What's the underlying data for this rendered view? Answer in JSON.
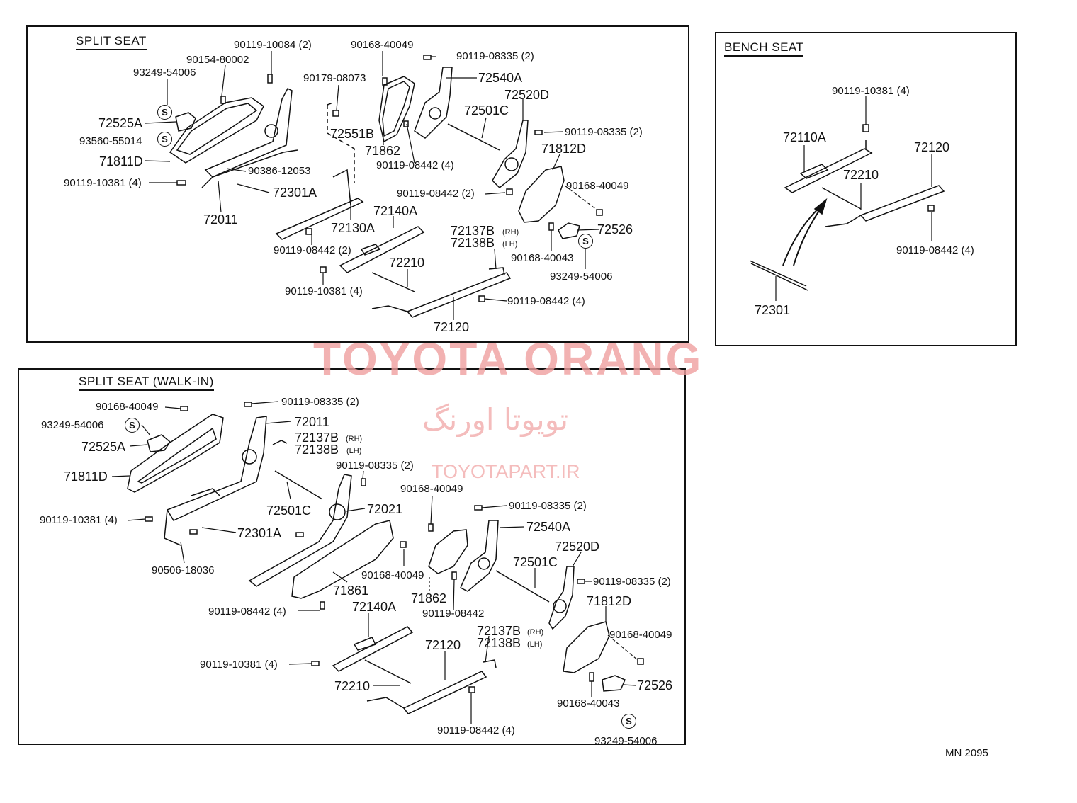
{
  "panels": [
    {
      "id": "split-seat",
      "title": "SPLIT SEAT"
    },
    {
      "id": "bench-seat",
      "title": "BENCH SEAT"
    },
    {
      "id": "split-seat-walk-in",
      "title": "SPLIT SEAT (WALK-IN)"
    }
  ],
  "watermark": {
    "brand": "TOYOTA ORANG",
    "persian": "تویوتا اورنگ",
    "site": "TOYOTAPART.IR"
  },
  "diagram_code": "MN 2095",
  "symbol_s": "S",
  "labels_split": [
    "90119-10084 (2)",
    "90154-80002",
    "93249-54006",
    "72525A",
    "93560-55014",
    "71811D",
    "90119-10381 (4)",
    "72011",
    "90386-12053",
    "72301A",
    "90168-40049",
    "90179-08073",
    "72551B",
    "71862",
    "90119-08442 (4)",
    "90119-08335 (2)",
    "72540A",
    "72520D",
    "72501C",
    "90119-08335 (2)",
    "71812D",
    "90119-08442 (2)",
    "90168-40049",
    "72130A",
    "90119-08442 (2)",
    "72140A",
    "72137B",
    "(RH)",
    "72138B",
    "(LH)",
    "72526",
    "90168-40043",
    "93249-54006",
    "72210",
    "90119-10381 (4)",
    "90119-08442 (4)",
    "72120"
  ],
  "labels_bench": [
    "90119-10381 (4)",
    "72110A",
    "72120",
    "72210",
    "90119-08442 (4)",
    "72301"
  ],
  "labels_walk": [
    "90119-08335 (2)",
    "90168-40049",
    "72011",
    "93249-54006",
    "72137B",
    "(RH)",
    "72138B",
    "(LH)",
    "72525A",
    "71811D",
    "90119-08335 (2)",
    "90168-40049",
    "90119-08335 (2)",
    "72501C",
    "72021",
    "90119-10381 (4)",
    "72301A",
    "72540A",
    "72520D",
    "90506-18036",
    "72501C",
    "90168-40049",
    "90119-08335 (2)",
    "71861",
    "71862",
    "90119-08442",
    "90119-08442 (4)",
    "72140A",
    "71812D",
    "72137B",
    "(RH)",
    "72138B",
    "(LH)",
    "90168-40049",
    "72120",
    "90119-10381 (4)",
    "72210",
    "72526",
    "90168-40043",
    "90119-08442 (4)",
    "93249-54006"
  ]
}
